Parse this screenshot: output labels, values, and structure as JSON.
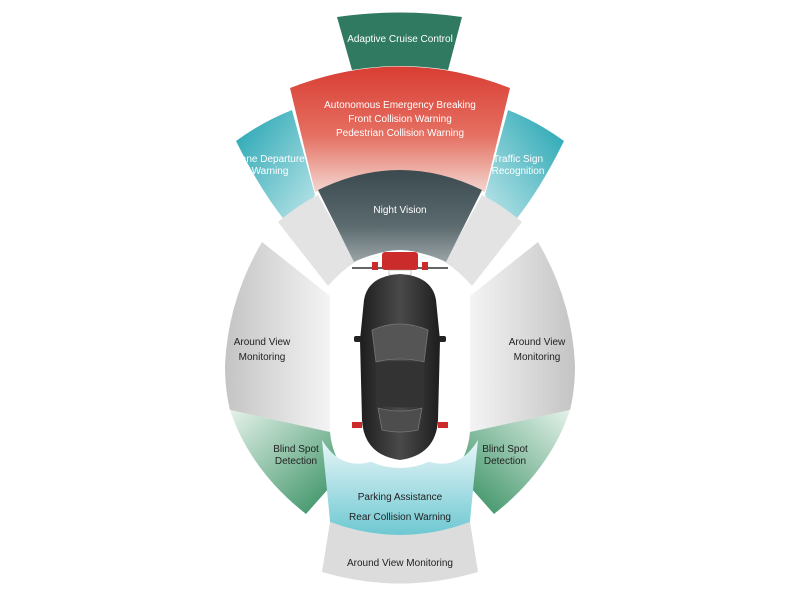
{
  "zones": {
    "adaptive_cruise": {
      "label": "Adaptive Cruise Control",
      "color": "#2f7a60"
    },
    "front_red": {
      "lines": [
        "Autonomous Emergency Breaking",
        "Front Collision Warning",
        "Pedestrian Collision Warning"
      ],
      "color": "#d9443a"
    },
    "lane_departure": {
      "lines": [
        "Lane Departure",
        "Warning"
      ],
      "color": "#27a9b5"
    },
    "traffic_sign": {
      "lines": [
        "Traffic Sign",
        "Recognition"
      ],
      "color": "#27a9b5"
    },
    "night_vision": {
      "label": "Night Vision",
      "color": "#3c4d52"
    },
    "around_view_left": {
      "lines": [
        "Around View",
        "Monitoring"
      ]
    },
    "around_view_right": {
      "lines": [
        "Around View",
        "Monitoring"
      ]
    },
    "blind_spot_left": {
      "lines": [
        "Blind Spot",
        "Detection"
      ],
      "color": "#2e8b5c"
    },
    "blind_spot_right": {
      "lines": [
        "Blind Spot",
        "Detection"
      ],
      "color": "#2e8b5c"
    },
    "rear": {
      "lines": [
        "Parking Assistance",
        "Rear Collision Warning"
      ],
      "color": "#7fd0d8"
    },
    "around_view_rear": {
      "label": "Around View Monitoring"
    }
  },
  "vehicle": {
    "body_color": "#2a2a2a",
    "sensor_color": "#cc2b2b"
  }
}
